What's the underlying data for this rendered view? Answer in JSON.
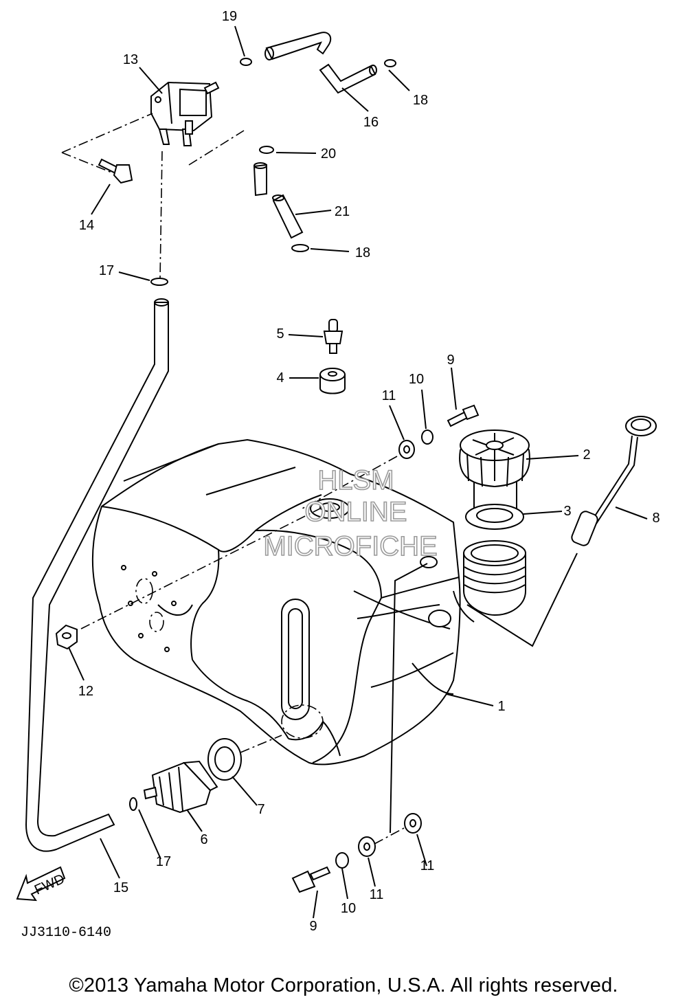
{
  "diagram": {
    "callouts": [
      {
        "id": "19",
        "label": "19"
      },
      {
        "id": "13",
        "label": "13"
      },
      {
        "id": "18a",
        "label": "18"
      },
      {
        "id": "16",
        "label": "16"
      },
      {
        "id": "20",
        "label": "20"
      },
      {
        "id": "14",
        "label": "14"
      },
      {
        "id": "21",
        "label": "21"
      },
      {
        "id": "18b",
        "label": "18"
      },
      {
        "id": "17a",
        "label": "17"
      },
      {
        "id": "5",
        "label": "5"
      },
      {
        "id": "9a",
        "label": "9"
      },
      {
        "id": "4",
        "label": "4"
      },
      {
        "id": "10a",
        "label": "10"
      },
      {
        "id": "11a",
        "label": "11"
      },
      {
        "id": "2",
        "label": "2"
      },
      {
        "id": "3",
        "label": "3"
      },
      {
        "id": "8",
        "label": "8"
      },
      {
        "id": "12",
        "label": "12"
      },
      {
        "id": "1",
        "label": "1"
      },
      {
        "id": "7",
        "label": "7"
      },
      {
        "id": "6",
        "label": "6"
      },
      {
        "id": "17b",
        "label": "17"
      },
      {
        "id": "11b",
        "label": "11"
      },
      {
        "id": "11c",
        "label": "11"
      },
      {
        "id": "15",
        "label": "15"
      },
      {
        "id": "10b",
        "label": "10"
      },
      {
        "id": "9b",
        "label": "9"
      }
    ],
    "fwd_arrow_label": "FWD",
    "diagram_code": "JJ3110-6140",
    "watermark": [
      "HLSM",
      "ONLINE",
      "MICROFICHE"
    ]
  },
  "footer": {
    "copyright": "©2013 Yamaha Motor Corporation, U.S.A. All rights reserved."
  }
}
